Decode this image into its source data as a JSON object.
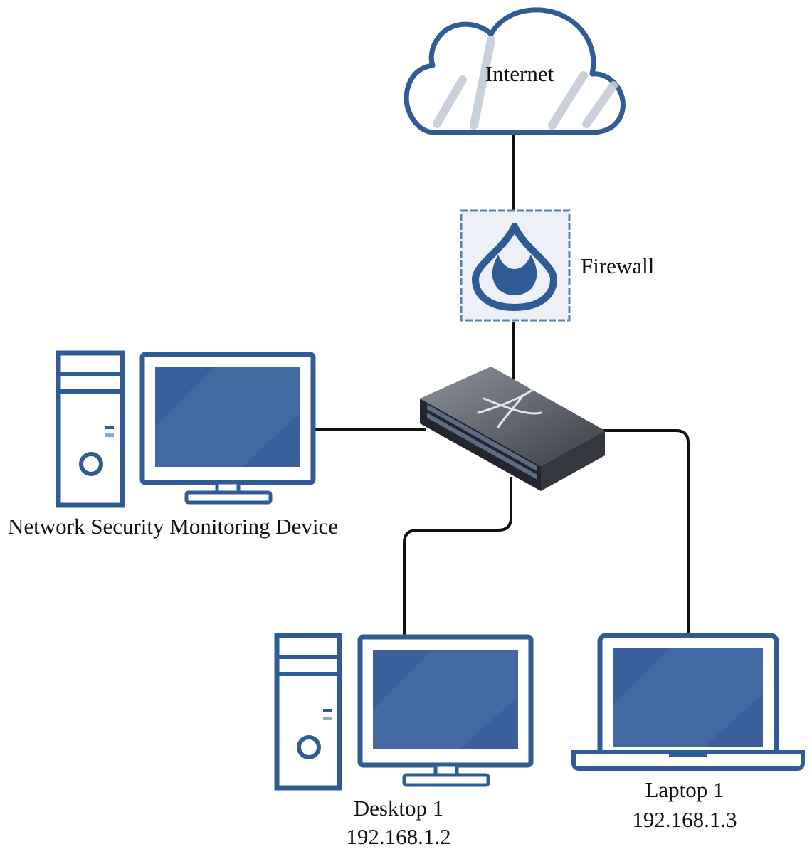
{
  "nodes": {
    "internet": {
      "label": "Internet"
    },
    "firewall": {
      "label": "Firewall"
    },
    "nsm": {
      "label": "Network Security Monitoring Device"
    },
    "desktop1": {
      "label": "Desktop 1",
      "ip": "192.168.1.2"
    },
    "laptop1": {
      "label": "Laptop 1",
      "ip": "192.168.1.3"
    }
  },
  "colors": {
    "outline": "#2f5c97",
    "screen": "#3a5f9a",
    "cable": "#111111",
    "switch_body": "#3a3d44"
  },
  "icons": [
    "cloud-icon",
    "firewall-icon",
    "switch-icon",
    "desktop-tower-icon",
    "monitor-icon",
    "laptop-icon"
  ]
}
